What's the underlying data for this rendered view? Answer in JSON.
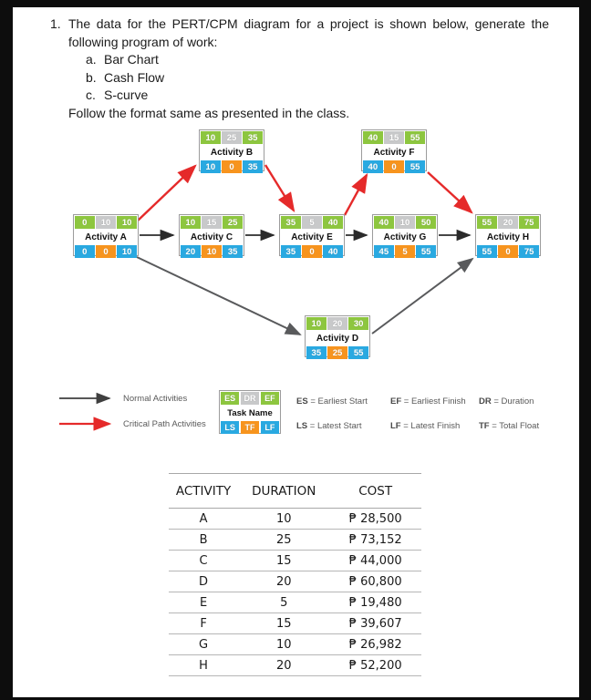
{
  "page": {
    "question_number": "1.",
    "question_text": "The data for the PERT/CPM diagram for a project is shown below, generate the following program of work:",
    "list_items": [
      {
        "marker": "a.",
        "label": "Bar Chart"
      },
      {
        "marker": "b.",
        "label": "Cash Flow"
      },
      {
        "marker": "c.",
        "label": "S-curve"
      }
    ],
    "follow_text": "Follow the format same as presented in the class."
  },
  "diagram": {
    "colors": {
      "earliest_cells": "#8dc63f",
      "duration_cell": "#c8c9ca",
      "latest_cells": "#29a9e1",
      "total_float_cell": "#f7941e",
      "critical_path_arrow": "#e52a2a",
      "normal_arrow": "#2b2b2b",
      "dummy_arrow": "#595a5c"
    },
    "nodes": [
      {
        "id": "A",
        "name": "Activity A",
        "es": "0",
        "dr": "10",
        "ef": "10",
        "ls": "0",
        "tf": "0",
        "lf": "10"
      },
      {
        "id": "B",
        "name": "Activity B",
        "es": "10",
        "dr": "25",
        "ef": "35",
        "ls": "10",
        "tf": "0",
        "lf": "35"
      },
      {
        "id": "C",
        "name": "Activity C",
        "es": "10",
        "dr": "15",
        "ef": "25",
        "ls": "20",
        "tf": "10",
        "lf": "35"
      },
      {
        "id": "D",
        "name": "Activity D",
        "es": "10",
        "dr": "20",
        "ef": "30",
        "ls": "35",
        "tf": "25",
        "lf": "55"
      },
      {
        "id": "E",
        "name": "Activity E",
        "es": "35",
        "dr": "5",
        "ef": "40",
        "ls": "35",
        "tf": "0",
        "lf": "40"
      },
      {
        "id": "F",
        "name": "Activity F",
        "es": "40",
        "dr": "15",
        "ef": "55",
        "ls": "40",
        "tf": "0",
        "lf": "55"
      },
      {
        "id": "G",
        "name": "Activity G",
        "es": "40",
        "dr": "10",
        "ef": "50",
        "ls": "45",
        "tf": "5",
        "lf": "55"
      },
      {
        "id": "H",
        "name": "Activity H",
        "es": "55",
        "dr": "20",
        "ef": "75",
        "ls": "55",
        "tf": "0",
        "lf": "75"
      }
    ]
  },
  "legend": {
    "normal_label": "Normal Activities",
    "critical_label": "Critical Path Activities",
    "node": {
      "es": "ES",
      "dr": "DR",
      "ef": "EF",
      "name": "Task Name",
      "ls": "LS",
      "tf": "TF",
      "lf": "LF"
    },
    "definitions": [
      {
        "abbr": "ES",
        "rest": " = Earliest Start"
      },
      {
        "abbr": "EF",
        "rest": " = Earliest Finish"
      },
      {
        "abbr": "DR",
        "rest": " = Duration"
      },
      {
        "abbr": "LS",
        "rest": " = Latest Start"
      },
      {
        "abbr": "LF",
        "rest": " = Latest Finish"
      },
      {
        "abbr": "TF",
        "rest": " = Total Float"
      }
    ]
  },
  "table": {
    "headers": {
      "activity": "ACTIVITY",
      "duration": "DURATION",
      "cost": "COST"
    },
    "rows": [
      {
        "activity": "A",
        "duration": "10",
        "cost": "₱ 28,500"
      },
      {
        "activity": "B",
        "duration": "25",
        "cost": "₱ 73,152"
      },
      {
        "activity": "C",
        "duration": "15",
        "cost": "₱ 44,000"
      },
      {
        "activity": "D",
        "duration": "20",
        "cost": "₱ 60,800"
      },
      {
        "activity": "E",
        "duration": "5",
        "cost": "₱ 19,480"
      },
      {
        "activity": "F",
        "duration": "15",
        "cost": "₱ 39,607"
      },
      {
        "activity": "G",
        "duration": "10",
        "cost": "₱ 26,982"
      },
      {
        "activity": "H",
        "duration": "20",
        "cost": "₱ 52,200"
      }
    ]
  }
}
